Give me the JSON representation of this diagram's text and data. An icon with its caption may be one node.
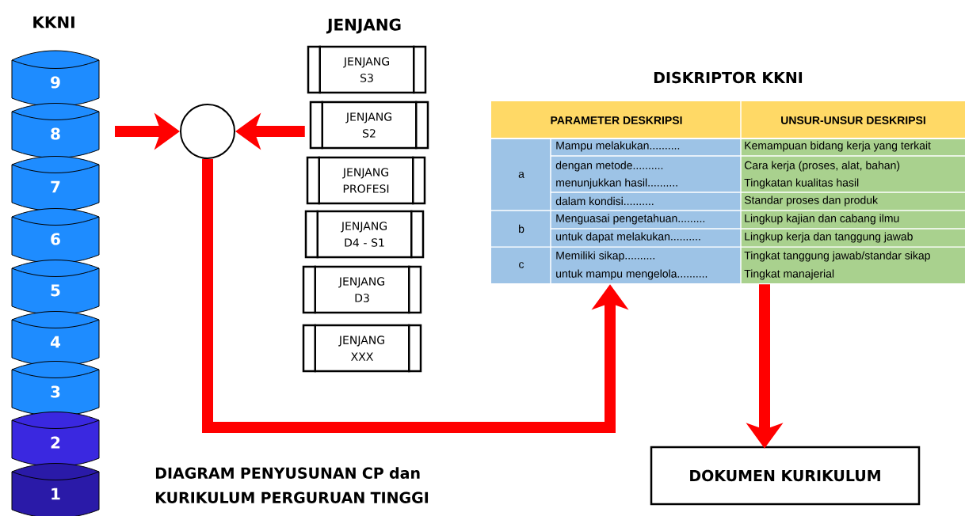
{
  "diagram": {
    "caption": "DIAGRAM PENYUSUNAN CP dan KURIKULUM PERGURUAN TINGGI",
    "nodes": [
      {
        "text": [
          "9"
        ]
      },
      {
        "text": [
          "8"
        ]
      },
      {
        "text": [
          "7"
        ]
      },
      {
        "text": [
          "6"
        ]
      },
      {
        "text": [
          "5"
        ]
      },
      {
        "text": [
          "4"
        ]
      },
      {
        "text": [
          "3"
        ]
      },
      {
        "text": [
          "2"
        ]
      },
      {
        "text": [
          "1"
        ]
      },
      {
        "text": [],
        "shape": "circle"
      },
      {
        "text": [
          "JENJANG S3"
        ]
      },
      {
        "text": [
          "JENJANG S2"
        ]
      },
      {
        "text": [
          "JENJANG PROFESI"
        ]
      },
      {
        "text": [
          "JENJANG D4 - S1"
        ]
      },
      {
        "text": [
          "JENJANG D3"
        ]
      },
      {
        "text": [
          "JENJANG XXX"
        ]
      },
      {
        "text": [
          "DISKRIPTOR KKNI"
        ]
      },
      {
        "text": [
          "DOKUMEN KURIKULUM"
        ]
      }
    ],
    "edges": [
      {
        "from": null,
        "to": 9,
        "arrow": "to"
      },
      {
        "from": 11,
        "to": 9,
        "arrow": "to"
      },
      {
        "from": 9,
        "to": 16,
        "arrow": "to"
      },
      {
        "from": 16,
        "to": 17,
        "arrow": "to"
      }
    ],
    "labels": [
      "KKNI",
      "JENJANG",
      "PARAMETER DESKRIPSI",
      "UNSUR-UNSUR DESKRIPSI",
      "a",
      "Mampu melakukan..........",
      "Kemampuan bidang kerja yang terkait",
      "dengan metode..........",
      "Cara kerja (proses, alat, bahan)",
      "menunjukkan hasil..........",
      "Tingkatan kualitas hasil",
      "dalam kondisi..........",
      "Standar proses dan produk",
      "b",
      "Menguasai pengetahuan.........",
      "Lingkup kajian dan cabang ilmu",
      "untuk dapat melakukan..........",
      "Lingkup kerja dan tanggung jawab",
      "c",
      "Memiliki sikap..........",
      "Tingkat tanggung jawab/standar sikap",
      "untuk mampu mengelola..........",
      "Tingkat manajerial"
    ]
  }
}
